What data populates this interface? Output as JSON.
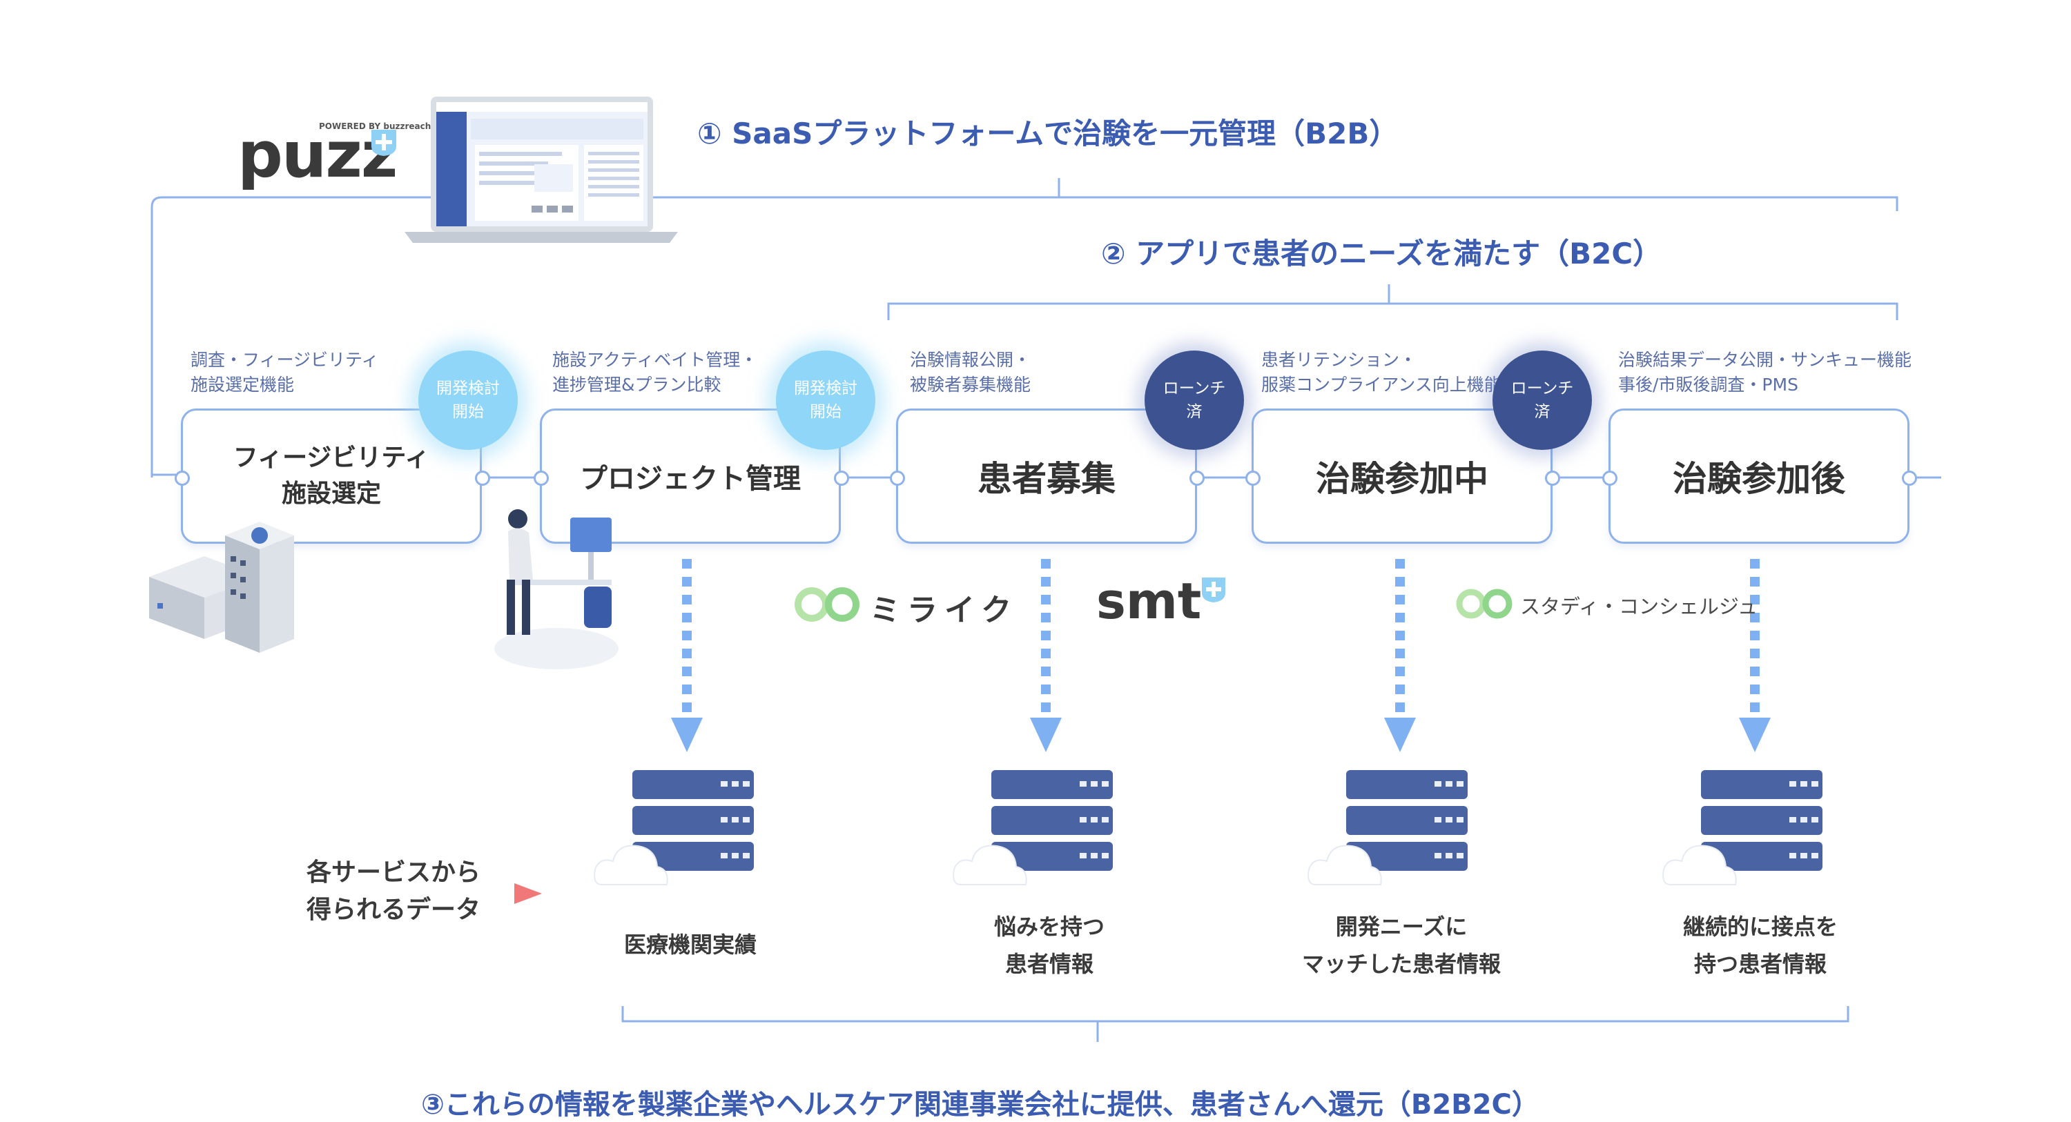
{
  "headers": {
    "b2b": "① SaaSプラットフォームで治験を一元管理（B2B）",
    "b2c": "② アプリで患者のニーズを満たす（B2C）",
    "b2b2c": "③これらの情報を製薬企業やヘルスケア関連事業会社に提供、患者さんへ還元（B2B2C）"
  },
  "logos": {
    "puzz": "puzz",
    "puzz_powered": "POWERED BY buzzreach",
    "mirike": "ミライク",
    "smt": "smt",
    "study": "スタディ・コンシェルジュ"
  },
  "stages": [
    {
      "title_line1": "フィージビリティ",
      "title_line2": "施設選定",
      "caption_line1": "調査・フィージビリティ",
      "caption_line2": "施設選定機能",
      "badge_line1": "開発検討",
      "badge_line2": "開始"
    },
    {
      "title_line1": "プロジェクト管理",
      "title_line2": "",
      "caption_line1": "施設アクティベイト管理・",
      "caption_line2": "進捗管理&プラン比較",
      "badge_line1": "開発検討",
      "badge_line2": "開始"
    },
    {
      "title_line1": "患者募集",
      "title_line2": "",
      "caption_line1": "治験情報公開・",
      "caption_line2": "被験者募集機能",
      "badge_line1": "ローンチ",
      "badge_line2": "済"
    },
    {
      "title_line1": "治験参加中",
      "title_line2": "",
      "caption_line1": "患者リテンション・",
      "caption_line2": "服薬コンプライアンス向上機能",
      "badge_line1": "ローンチ",
      "badge_line2": "済"
    },
    {
      "title_line1": "治験参加後",
      "title_line2": "",
      "caption_line1": "治験結果データ公開・サンキュー機能",
      "caption_line2": "事後/市販後調査・PMS",
      "badge_line1": "",
      "badge_line2": ""
    }
  ],
  "data_label": {
    "line1": "各サービスから",
    "line2": "得られるデータ"
  },
  "data_outputs": [
    {
      "line1": "医療機関実績",
      "line2": ""
    },
    {
      "line1": "悩みを持つ",
      "line2": "患者情報"
    },
    {
      "line1": "開発ニーズに",
      "line2": "マッチした患者情報"
    },
    {
      "line1": "継続的に接点を",
      "line2": "持つ患者情報"
    }
  ],
  "colors": {
    "accent": "#3b5cb0",
    "line": "#8fb2ea",
    "arrow": "#7fb0f2",
    "badge_light": "#8fd6f8",
    "badge_dark": "#3d5391",
    "server": "#4a63a3",
    "pointer": "#f07878"
  }
}
